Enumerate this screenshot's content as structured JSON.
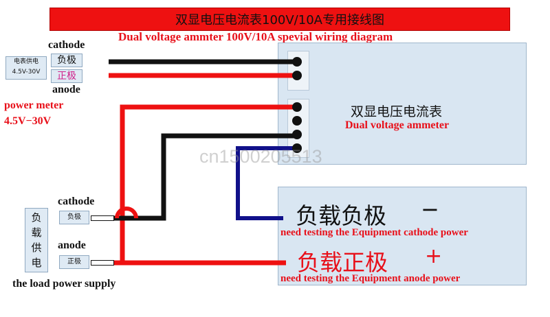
{
  "title": {
    "cn": "双显电压电流表100V/10A专用接线图",
    "en": "Dual voltage ammter 100V/10A spevial wiring diagram"
  },
  "power_meter": {
    "box_cn": "电表供电",
    "box_range": "4.5V-30V",
    "cathode_en": "cathode",
    "cathode_cn": "负极",
    "anode_cn": "正极",
    "anode_en": "anode",
    "label_line1": "power meter",
    "label_line2": "4.5V−30V"
  },
  "meter": {
    "name_cn": "双显电压电流表",
    "name_en": "Dual voltage ammeter"
  },
  "load_supply": {
    "box_chars": [
      "负",
      "载",
      "供",
      "电"
    ],
    "cathode_en": "cathode",
    "cathode_cn": "负极",
    "anode_en": "anode",
    "anode_cn": "正极",
    "label": "the load power supply"
  },
  "equipment": {
    "neg_cn": "负载负极",
    "neg_sign": "−",
    "neg_en": "need testing the Equipment cathode power",
    "pos_cn": "负载正极",
    "pos_sign": "+",
    "pos_en": "need testing the Equipment anode power"
  },
  "watermark": "cn1500205513",
  "colors": {
    "wire_red": "#ee1111",
    "wire_black": "#111111",
    "wire_blue": "#10108a",
    "panel": "#d9e6f2",
    "title_bar": "#ee1111"
  }
}
